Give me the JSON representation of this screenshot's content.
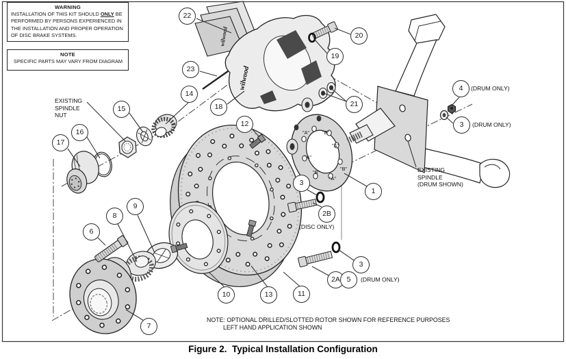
{
  "figure": {
    "caption": "Figure 2.  Typical Installation Configuration"
  },
  "warning": {
    "title": "WARNING",
    "text_before": "INSTALLATION OF THIS KIT SHOULD ",
    "emphasis": "ONLY",
    "text_after": " BE PERFORMED BY PERSONS EXPERIENCED IN THE INSTALLATION AND PROPER OPERATION OF DISC BRAKE SYSTEMS."
  },
  "note_box": {
    "title": "NOTE",
    "text": "SPECIFIC PARTS MAY VARY FROM DIAGRAM"
  },
  "labels": {
    "existing_spindle_nut": "EXISTING\nSPINDLE\nNUT",
    "existing_spindle": "EXISTING\nSPINDLE\n(DRUM SHOWN)",
    "drum_only_a": "(DRUM ONLY)",
    "drum_only_b": "(DRUM ONLY)",
    "drum_only_c": "(DRUM ONLY)",
    "disc_only": "(DISC ONLY)"
  },
  "bottom_note": {
    "line1": "NOTE: OPTIONAL DRILLED/SLOTTED ROTOR SHOWN FOR REFERENCE PURPOSES",
    "line2": "LEFT HAND APPLICATION SHOWN"
  },
  "brand": {
    "caliper": "wilwood",
    "pad": "wilwood"
  },
  "bracket": {
    "hole_labels": [
      "\"A\"",
      "\"B\"",
      "\"A\"",
      "\"A\"",
      "\"B\"",
      "\"B\"",
      "\"A\""
    ]
  },
  "callouts": {
    "c1": "1",
    "c2a": "2A",
    "c2b": "2B",
    "c3": "3",
    "c4": "4",
    "c5": "5",
    "c6": "6",
    "c7": "7",
    "c8": "8",
    "c9": "9",
    "c10": "10",
    "c11": "11",
    "c12": "12",
    "c13": "13",
    "c14": "14",
    "c15": "15",
    "c16": "16",
    "c17": "17",
    "c18": "18",
    "c19": "19",
    "c20": "20",
    "c21": "21",
    "c22": "22",
    "c23": "23"
  },
  "colors": {
    "line": "#2a2a2a",
    "fill_light": "#d9d9d9",
    "fill_mid": "#cfcfcf",
    "background": "#ffffff"
  }
}
